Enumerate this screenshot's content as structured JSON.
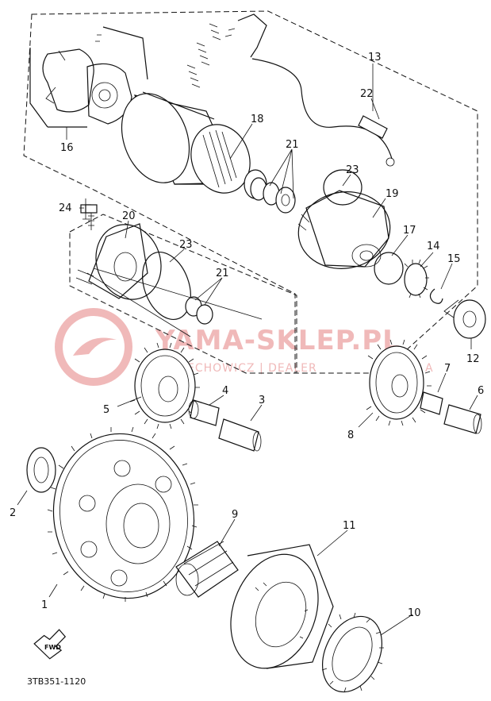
{
  "watermark": {
    "brand": "YAMA-SKLEP.PL",
    "subtitle": "ECHOWICZ | DEALER",
    "subtitle_tail": "A"
  },
  "diagram_code": "3TB351-1120",
  "fwd_label": "FWD",
  "colors": {
    "line": "#111111",
    "watermark": "#f0b9b9",
    "background": "#ffffff"
  },
  "callouts": [
    {
      "id": "1",
      "label": "1"
    },
    {
      "id": "2",
      "label": "2"
    },
    {
      "id": "3",
      "label": "3"
    },
    {
      "id": "4",
      "label": "4"
    },
    {
      "id": "5",
      "label": "5"
    },
    {
      "id": "6",
      "label": "6"
    },
    {
      "id": "7",
      "label": "7"
    },
    {
      "id": "8",
      "label": "8"
    },
    {
      "id": "9",
      "label": "9"
    },
    {
      "id": "10",
      "label": "10"
    },
    {
      "id": "11",
      "label": "11"
    },
    {
      "id": "12",
      "label": "12"
    },
    {
      "id": "13",
      "label": "13"
    },
    {
      "id": "14",
      "label": "14"
    },
    {
      "id": "15",
      "label": "15"
    },
    {
      "id": "16",
      "label": "16"
    },
    {
      "id": "17",
      "label": "17"
    },
    {
      "id": "18",
      "label": "18"
    },
    {
      "id": "19",
      "label": "19"
    },
    {
      "id": "20",
      "label": "20"
    },
    {
      "id": "21a",
      "label": "21"
    },
    {
      "id": "21b",
      "label": "21"
    },
    {
      "id": "22",
      "label": "22"
    },
    {
      "id": "23a",
      "label": "23"
    },
    {
      "id": "23b",
      "label": "23"
    },
    {
      "id": "24",
      "label": "24"
    }
  ]
}
